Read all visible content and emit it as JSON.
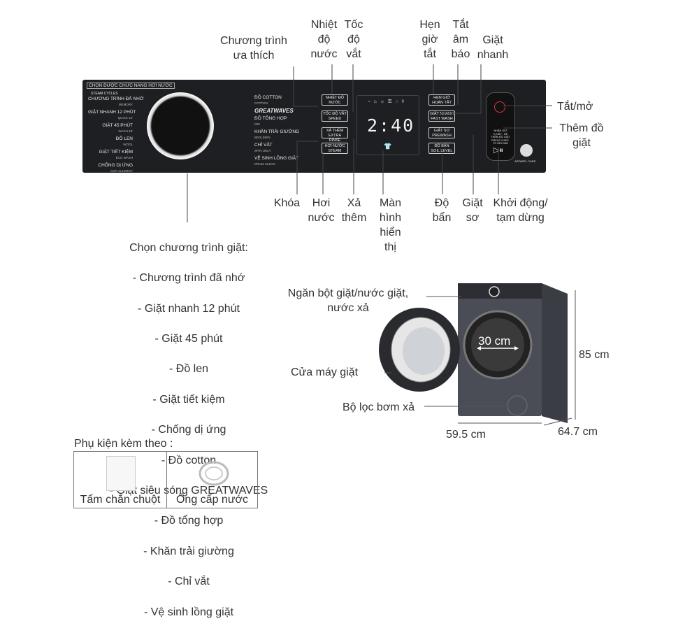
{
  "callouts": {
    "favorite": "Chương trình\nưa thích",
    "water_temp": "Nhiệt\nđộ\nnước",
    "spin_speed": "Tốc\nđộ\nvắt",
    "timer": "Hẹn\ngiờ\ntắt",
    "mute": "Tắt\nâm\nbáo",
    "quick_wash": "Giặt\nnhanh",
    "power": "Tắt/mở",
    "add_laundry": "Thêm đồ\ngiặt",
    "lock": "Khóa",
    "steam": "Hơi\nnước",
    "extra_rinse": "Xả\nthêm",
    "screen": "Màn\nhình\nhiển\nthị",
    "soil_level": "Độ\nbẩn",
    "prewash": "Giặt\nsơ",
    "start_pause": "Khởi động/\ntạm dừng"
  },
  "programs": {
    "title": "Chọn chương trình giặt:",
    "items": [
      "- Chương trình đã nhớ",
      "- Giặt nhanh 12 phút",
      "- Giặt 45 phút",
      "- Đồ len",
      "- Giặt tiết kiệm",
      "- Chống dị ứng",
      "- Đồ cotton",
      "- Giặt siêu sóng GREATWAVES",
      "- Đồ tổng hợp",
      "- Khăn trải giường",
      "- Chỉ vắt",
      "- Vệ sinh lồng giặt"
    ]
  },
  "panel": {
    "header": "CHỌN ĐƯỢC CHỨC NĂNG HƠI NƯỚC",
    "steam_cycles": "STEAM CYCLES",
    "left_programs": [
      {
        "vi": "CHƯƠNG TRÌNH ĐÃ NHỚ",
        "en": "MEMORY"
      },
      {
        "vi": "GIẶT NHANH 12 PHÚT",
        "en": "QUICK 12'"
      },
      {
        "vi": "GIẶT 45 PHÚT",
        "en": "WASH 45'"
      },
      {
        "vi": "ĐỒ LEN",
        "en": "WOOL"
      },
      {
        "vi": "GIẶT TIẾT KIỆM",
        "en": "ECO WASH"
      },
      {
        "vi": "CHỐNG DỊ ỨNG",
        "en": "ANTI-ALLERGY"
      }
    ],
    "right_programs": [
      {
        "vi": "ĐỒ COTTON",
        "en": "COTTON"
      },
      {
        "vi": "GREATWAVES",
        "en": ""
      },
      {
        "vi": "ĐỒ TỔNG HỢP",
        "en": "MIX"
      },
      {
        "vi": "KHĂN TRẢI GIƯỜNG",
        "en": "BEDLINEN"
      },
      {
        "vi": "CHỈ VẮT",
        "en": "SPIN ONLY"
      },
      {
        "vi": "VỆ SINH LỒNG GIẶT",
        "en": "DRUM CLEAN"
      }
    ],
    "buttons": {
      "temp": "NHIỆT ĐỘ\nNƯỚC",
      "spin": "TỐC ĐỘ VẮT\nSPEED",
      "rinse": "XẢ THÊM\nEXTRA RINSE",
      "steam": "HƠI NƯỚC\nSTEAM",
      "timer": "HẸN GIỜ\nHOÀN TẤT",
      "fast": "GIẶT NHANH\nFAST WASH",
      "prewash": "GIẶT SƠ\nPREWASH",
      "soil": "ĐỘ BẨN\nSOIL LEVEL"
    },
    "display_time": "2:40",
    "start_hint": "NHẤN GIỮ\n3 GIÂY - ĐỂ\nTHÊM ĐỒ GIẶT\nPRESS 3 SEC.\nTO RELOAD",
    "apparel_care": "APPAREL CARE"
  },
  "washer": {
    "detergent": "Ngăn bột giặt/nước giặt,\nnước xả",
    "door": "Cửa máy giặt",
    "filter": "Bộ lọc bơm xả",
    "door_diameter": "30 cm",
    "height": "85 cm",
    "width": "59.5 cm",
    "depth": "64.7 cm"
  },
  "accessories": {
    "title": "Phụ kiện kèm theo :",
    "items": [
      "Tấm chắn chuột",
      "Ống cấp nước"
    ]
  },
  "colors": {
    "panel": "#1e1f22",
    "washer": "#4a4d55",
    "power_red": "#d83a3a"
  }
}
